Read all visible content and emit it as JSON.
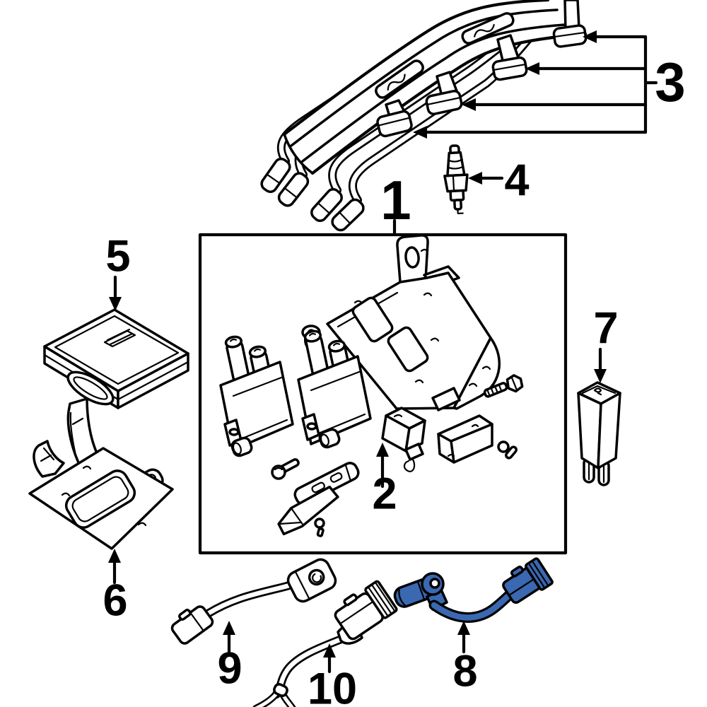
{
  "diagram": {
    "background_color": "#ffffff",
    "line_color": "#000000",
    "highlight_color": "#3a68b1",
    "highlighted_label": "8",
    "callouts": [
      {
        "label": "1"
      },
      {
        "label": "2"
      },
      {
        "label": "3"
      },
      {
        "label": "4"
      },
      {
        "label": "5"
      },
      {
        "label": "6"
      },
      {
        "label": "7"
      },
      {
        "label": "8"
      },
      {
        "label": "9"
      },
      {
        "label": "10"
      }
    ]
  }
}
